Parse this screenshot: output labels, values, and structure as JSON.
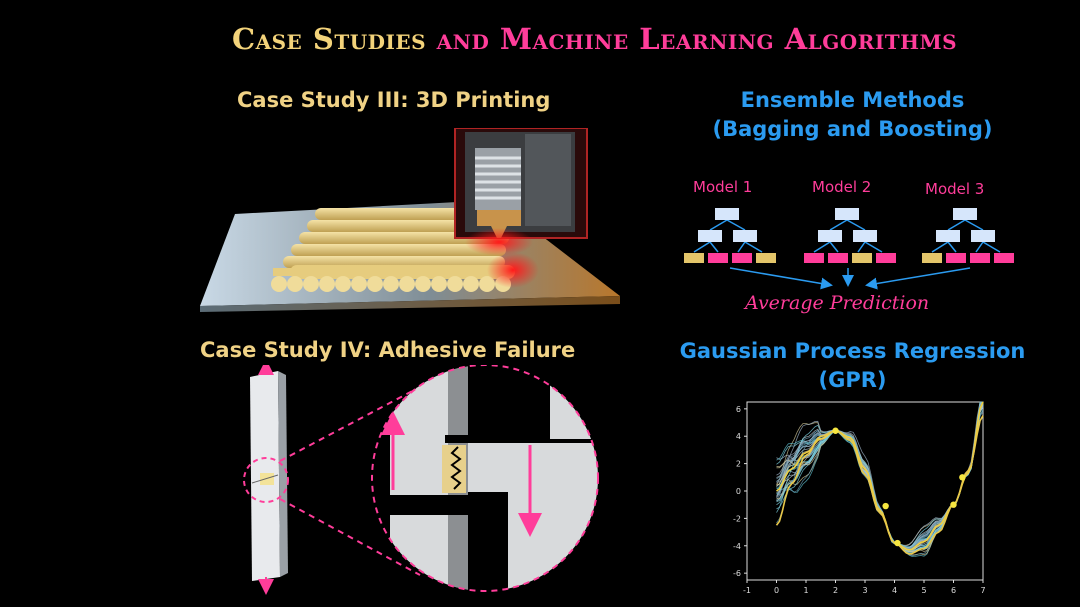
{
  "title": {
    "part1": "Case Studies ",
    "part2": "and Machine Learning Algorithms"
  },
  "case3": {
    "heading": "Case Study III: 3D Printing"
  },
  "case4": {
    "heading": "Case Study IV: Adhesive Failure"
  },
  "ensemble": {
    "heading_line1": "Ensemble Methods",
    "heading_line2": "(Bagging and Boosting)",
    "models": [
      "Model 1",
      "Model 2",
      "Model 3"
    ],
    "output": "Average Prediction"
  },
  "gpr": {
    "heading_line1": "Gaussian Process Regression",
    "heading_line2": "(GPR)",
    "x_ticks": [
      "-1",
      "0",
      "1",
      "2",
      "3",
      "4",
      "5",
      "6",
      "7"
    ],
    "y_ticks": [
      "6",
      "4",
      "2",
      "0",
      "-2",
      "-4",
      "-6"
    ]
  },
  "colors": {
    "gold": "#f0d285",
    "pink": "#ff3d9a",
    "blue": "#2b9bf0",
    "node": "#d6e6fb"
  },
  "chart_data": {
    "type": "line",
    "title": "",
    "xlabel": "",
    "ylabel": "",
    "xlim": [
      -1,
      7
    ],
    "ylim": [
      -6.5,
      6.5
    ],
    "observations": {
      "x": [
        2.0,
        3.7,
        4.1,
        6.0,
        6.3
      ],
      "y": [
        4.4,
        -1.1,
        -3.8,
        -1.0,
        1.0
      ]
    },
    "series": [
      {
        "values_x": [
          0,
          0.5,
          1,
          1.5,
          2,
          2.5,
          3,
          3.5,
          4,
          4.5,
          5,
          5.5,
          6,
          6.5,
          7
        ],
        "values_y": [
          0,
          1.6,
          2.8,
          3.8,
          4.4,
          3.9,
          1.6,
          -1.4,
          -3.8,
          -4.3,
          -3.7,
          -2.5,
          -1.0,
          1.3,
          6.5
        ]
      },
      {
        "values_x": [
          0,
          0.5,
          1,
          1.5,
          2,
          2.5,
          3,
          3.5,
          4,
          4.5,
          5,
          5.5,
          6,
          6.5,
          7
        ],
        "values_y": [
          -2.5,
          0.5,
          2.6,
          4.0,
          4.4,
          3.7,
          1.2,
          -1.6,
          -3.8,
          -4.6,
          -4.2,
          -3.0,
          -1.0,
          1.5,
          5.5
        ]
      }
    ]
  }
}
